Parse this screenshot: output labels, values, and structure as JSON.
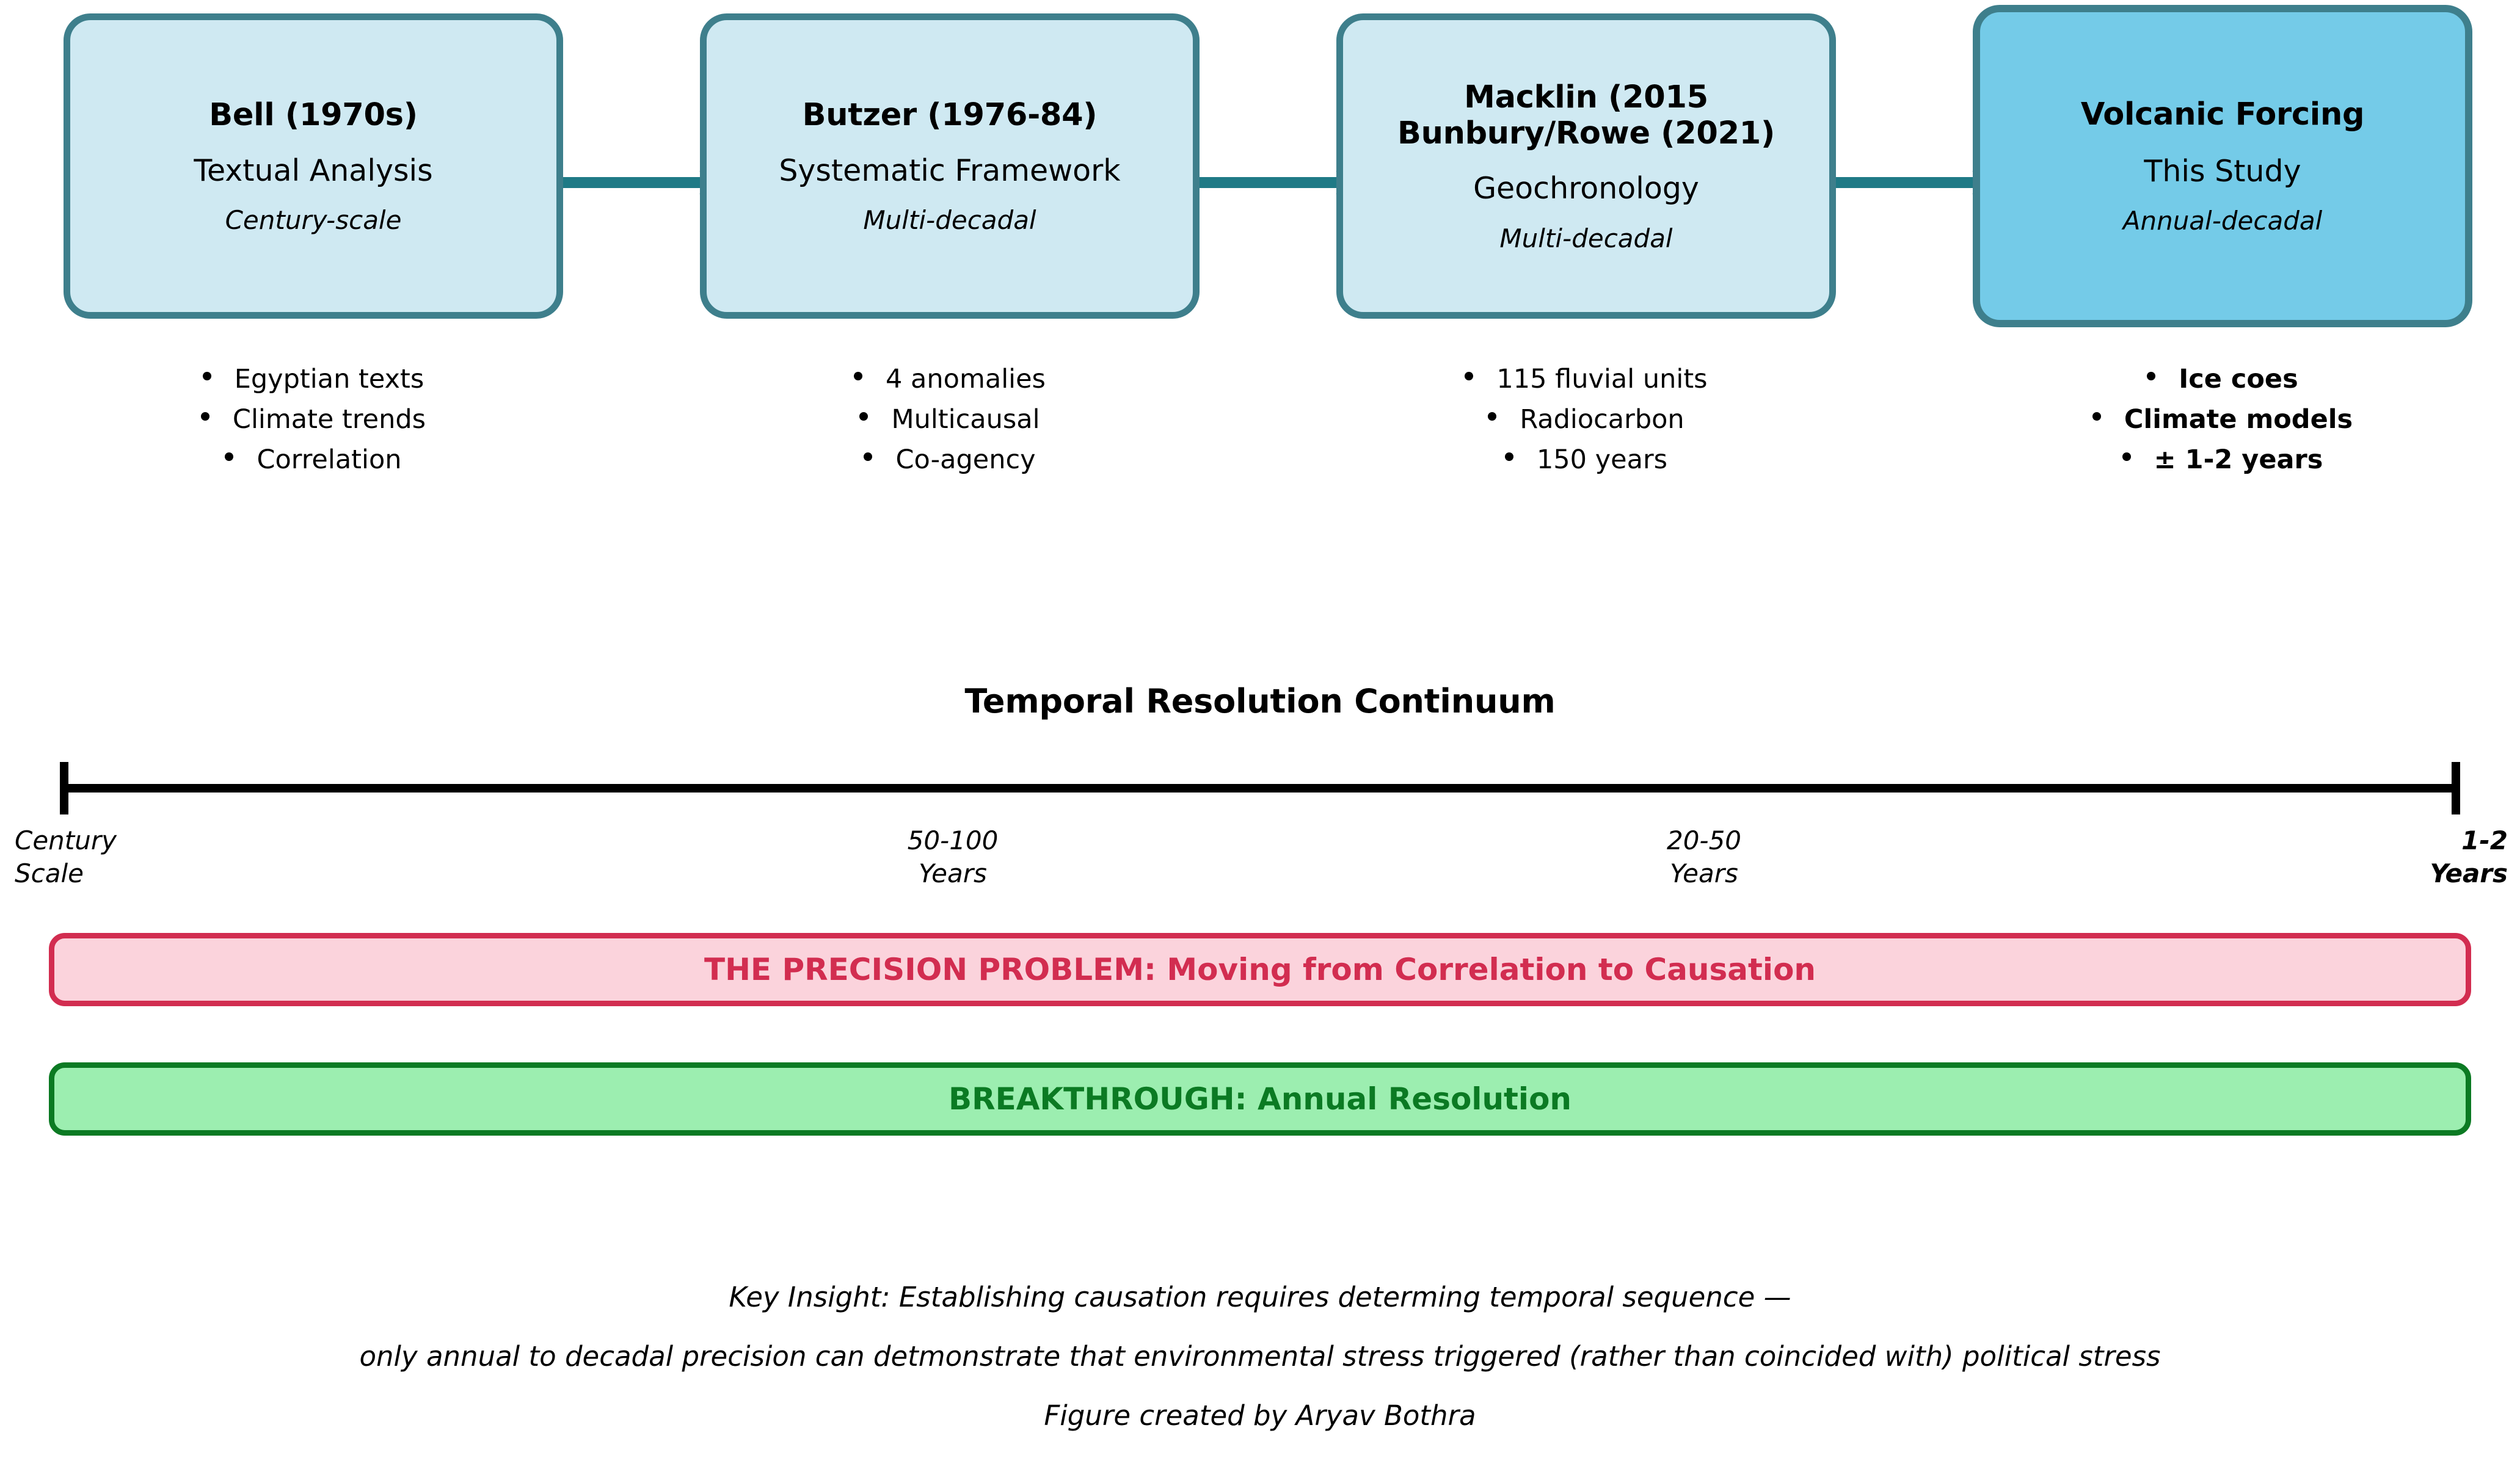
{
  "flow": {
    "boxes": [
      {
        "title": "Bell (1970s)",
        "method": "Textual Analysis",
        "scale": "Century-scale",
        "bullets": [
          "Egyptian texts",
          "Climate trends",
          "Correlation"
        ],
        "highlighted": false
      },
      {
        "title": "Butzer (1976-84)",
        "method": "Systematic Framework",
        "scale": "Multi-decadal",
        "bullets": [
          "4 anomalies",
          "Multicausal",
          "Co-agency"
        ],
        "highlighted": false
      },
      {
        "title": "Macklin (2015 Bunbury/Rowe (2021)",
        "title_line1": "Macklin (2015",
        "title_line2": "Bunbury/Rowe (2021)",
        "method": "Geochronology",
        "scale": "Multi-decadal",
        "bullets": [
          "115 fluvial units",
          "Radiocarbon",
          "150 years"
        ],
        "highlighted": false
      },
      {
        "title": "Volcanic Forcing",
        "method": "This Study",
        "scale": "Annual-decadal",
        "bullets": [
          "Ice coes",
          "Climate models",
          "± 1-2 years"
        ],
        "highlighted": true
      }
    ]
  },
  "continuum": {
    "title": "Temporal Resolution Continuum",
    "ticks": [
      {
        "line1": "Century",
        "line2": "Scale",
        "bold": false
      },
      {
        "line1": "50-100",
        "line2": "Years",
        "bold": false
      },
      {
        "line1": "20-50",
        "line2": "Years",
        "bold": false
      },
      {
        "line1": "1-2",
        "line2": "Years",
        "bold": true
      }
    ]
  },
  "banners": {
    "problem": "THE PRECISION PROBLEM: Moving from Correlation to Causation",
    "breakthrough": "BREAKTHROUGH: Annual Resolution"
  },
  "footer": {
    "line1": "Key Insight: Establishing causation requires determing temporal sequence —",
    "line2": "only annual to decadal precision can detmonstrate that environmental stress triggered (rather than coincided with) political stress",
    "line3": "Figure created by Aryav Bothra"
  },
  "colors": {
    "box_fill": "#cfe9f2",
    "box_fill_highlight": "#74cbe8",
    "box_border": "#3e7f8c",
    "arrow": "#1f7a86",
    "problem_bg": "#fbd3dc",
    "problem_fg": "#d22d50",
    "breakthrough_bg": "#9ceeb0",
    "breakthrough_fg": "#0b7a23",
    "axis": "#000000"
  }
}
